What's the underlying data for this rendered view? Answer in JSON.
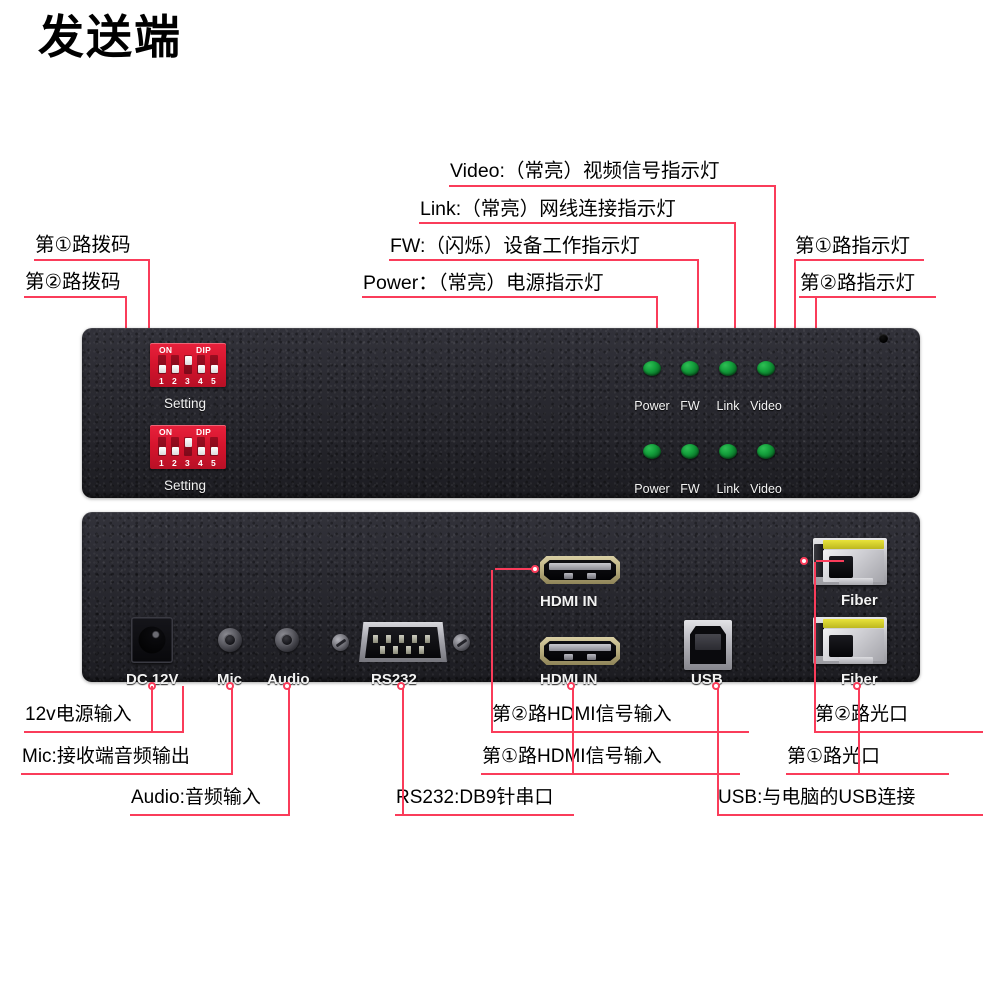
{
  "title": "发送端",
  "annotations": {
    "dip1": "第①路拨码",
    "dip2": "第②路拨码",
    "video": "Video:（常亮）视频信号指示灯",
    "link": "Link:（常亮）网线连接指示灯",
    "fw": "FW:（闪烁）设备工作指示灯",
    "power": "Power：（常亮）电源指示灯",
    "led_group1": "第①路指示灯",
    "led_group2": "第②路指示灯",
    "dc12v": "12v电源输入",
    "mic": "Mic:接收端音频输出",
    "audio": "Audio:音频输入",
    "rs232": "RS232:DB9针串口",
    "hdmi2": "第②路HDMI信号输入",
    "hdmi1": "第①路HDMI信号输入",
    "usb": "USB:与电脑的USB连接",
    "fiber2": "第②路光口",
    "fiber1": "第①路光口"
  },
  "front_panel": {
    "dip_switches": [
      {
        "on_label": "ON",
        "dip_label": "DIP",
        "numbers": [
          "1",
          "2",
          "3",
          "4",
          "5"
        ],
        "setting_label": "Setting"
      },
      {
        "on_label": "ON",
        "dip_label": "DIP",
        "numbers": [
          "1",
          "2",
          "3",
          "4",
          "5"
        ],
        "setting_label": "Setting"
      }
    ],
    "led_rows": [
      {
        "labels": [
          "Power",
          "FW",
          "Link",
          "Video"
        ]
      },
      {
        "labels": [
          "Power",
          "FW",
          "Link",
          "Video"
        ]
      }
    ]
  },
  "rear_panel": {
    "ports": [
      {
        "label": "DC 12V",
        "type": "dc-jack"
      },
      {
        "label": "Mic",
        "type": "audio-jack"
      },
      {
        "label": "Audio",
        "type": "audio-jack"
      },
      {
        "label": "RS232",
        "type": "db9"
      },
      {
        "label": "HDMI IN",
        "type": "hdmi"
      },
      {
        "label": "HDMI IN",
        "type": "hdmi"
      },
      {
        "label": "USB",
        "type": "usb-b"
      },
      {
        "label": "Fiber",
        "type": "sfp"
      },
      {
        "label": "Fiber",
        "type": "sfp"
      }
    ]
  },
  "colors": {
    "leader": "#fa3c5a",
    "panel": "#2a2a31",
    "led_on": "#14a03c",
    "dip_red": "#d4142c",
    "fiber_latch": "#e8e33a"
  }
}
